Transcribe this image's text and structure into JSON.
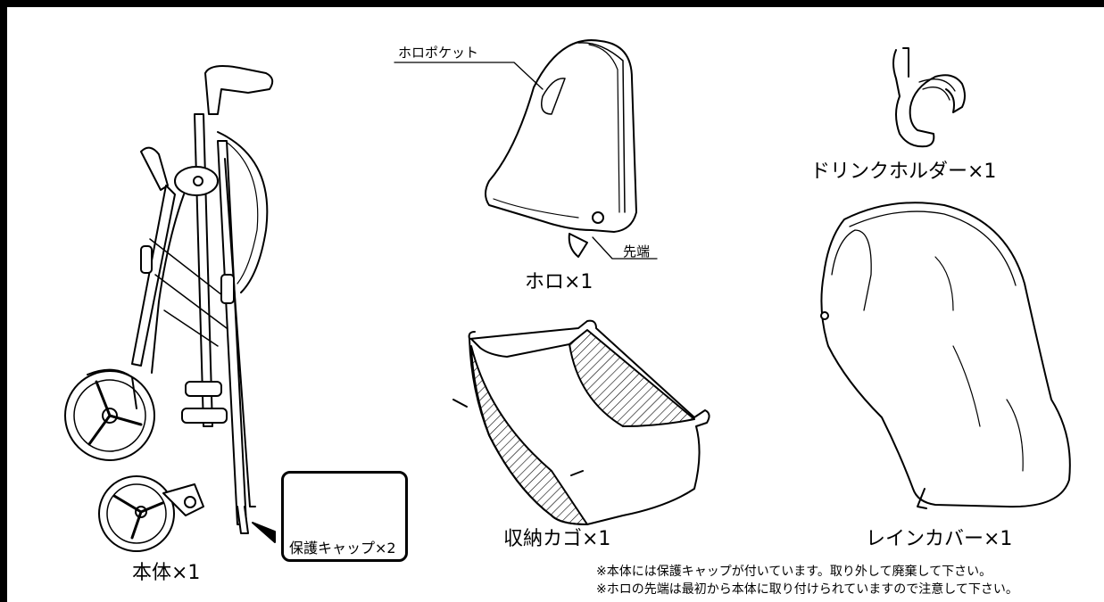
{
  "labels": {
    "hood_pocket": "ホロポケット",
    "tip": "先端",
    "hood": "ホロ×1",
    "drink_holder": "ドリンクホルダー×1",
    "basket": "収納カゴ×1",
    "rain_cover": "レインカバー×1",
    "body": "本体×1",
    "protect_cap": "保護キャップ×2"
  },
  "notes": [
    "※本体には保護キャップが付いています。取り外して廃棄して下さい。",
    "※ホロの先端は最初から本体に取り付けられていますので注意して下さい。"
  ]
}
